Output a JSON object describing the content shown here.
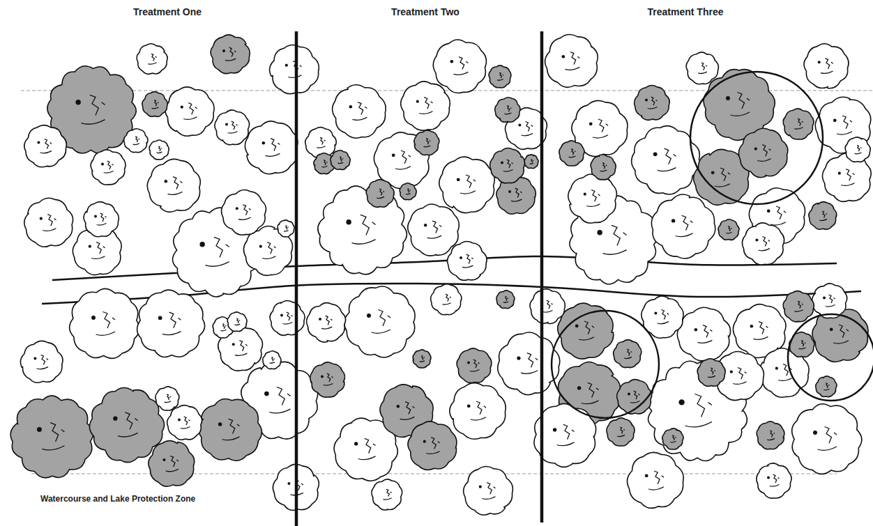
{
  "diagram": {
    "labels": [
      "Treatment One",
      "Treatment Two",
      "Treatment Three",
      "Watercourse and Lake Protection Zone"
    ]
  }
}
